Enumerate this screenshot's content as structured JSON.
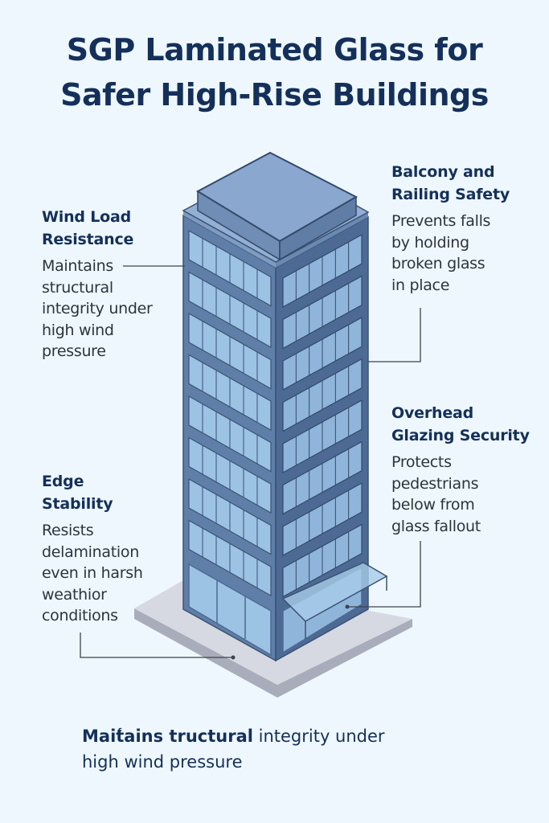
{
  "title": {
    "line1": "SGP Laminated Glass for",
    "line2": "Safer High-Rise Buildings"
  },
  "callouts": {
    "wind": {
      "head": "Wind Load\nResistance",
      "body": "Maintains\nstructural\nintegrity under\nhigh wind\npressure"
    },
    "balcony": {
      "head": "Balcony and\nRailing Safety",
      "body": "Prevents falls\nby holding\nbroken glass\nin place"
    },
    "overhead": {
      "head": "Overhead\nGlazing Security",
      "body": "Protects\npedestrians\nbelow from\nglass fallout"
    },
    "edge": {
      "head": "Edge\nStability",
      "body": "Resists\ndelamination\neven in harsh\nweathior\nconditions"
    }
  },
  "footer": {
    "bold": "Maiٔtains tructural",
    "regular": " integrity under\nhigh wind pressure"
  },
  "colors": {
    "title": "#14305a",
    "body_text": "#2c3440",
    "background": "#eef7fd",
    "building": "#5f7fa8",
    "glass": "#9cc2e4"
  }
}
